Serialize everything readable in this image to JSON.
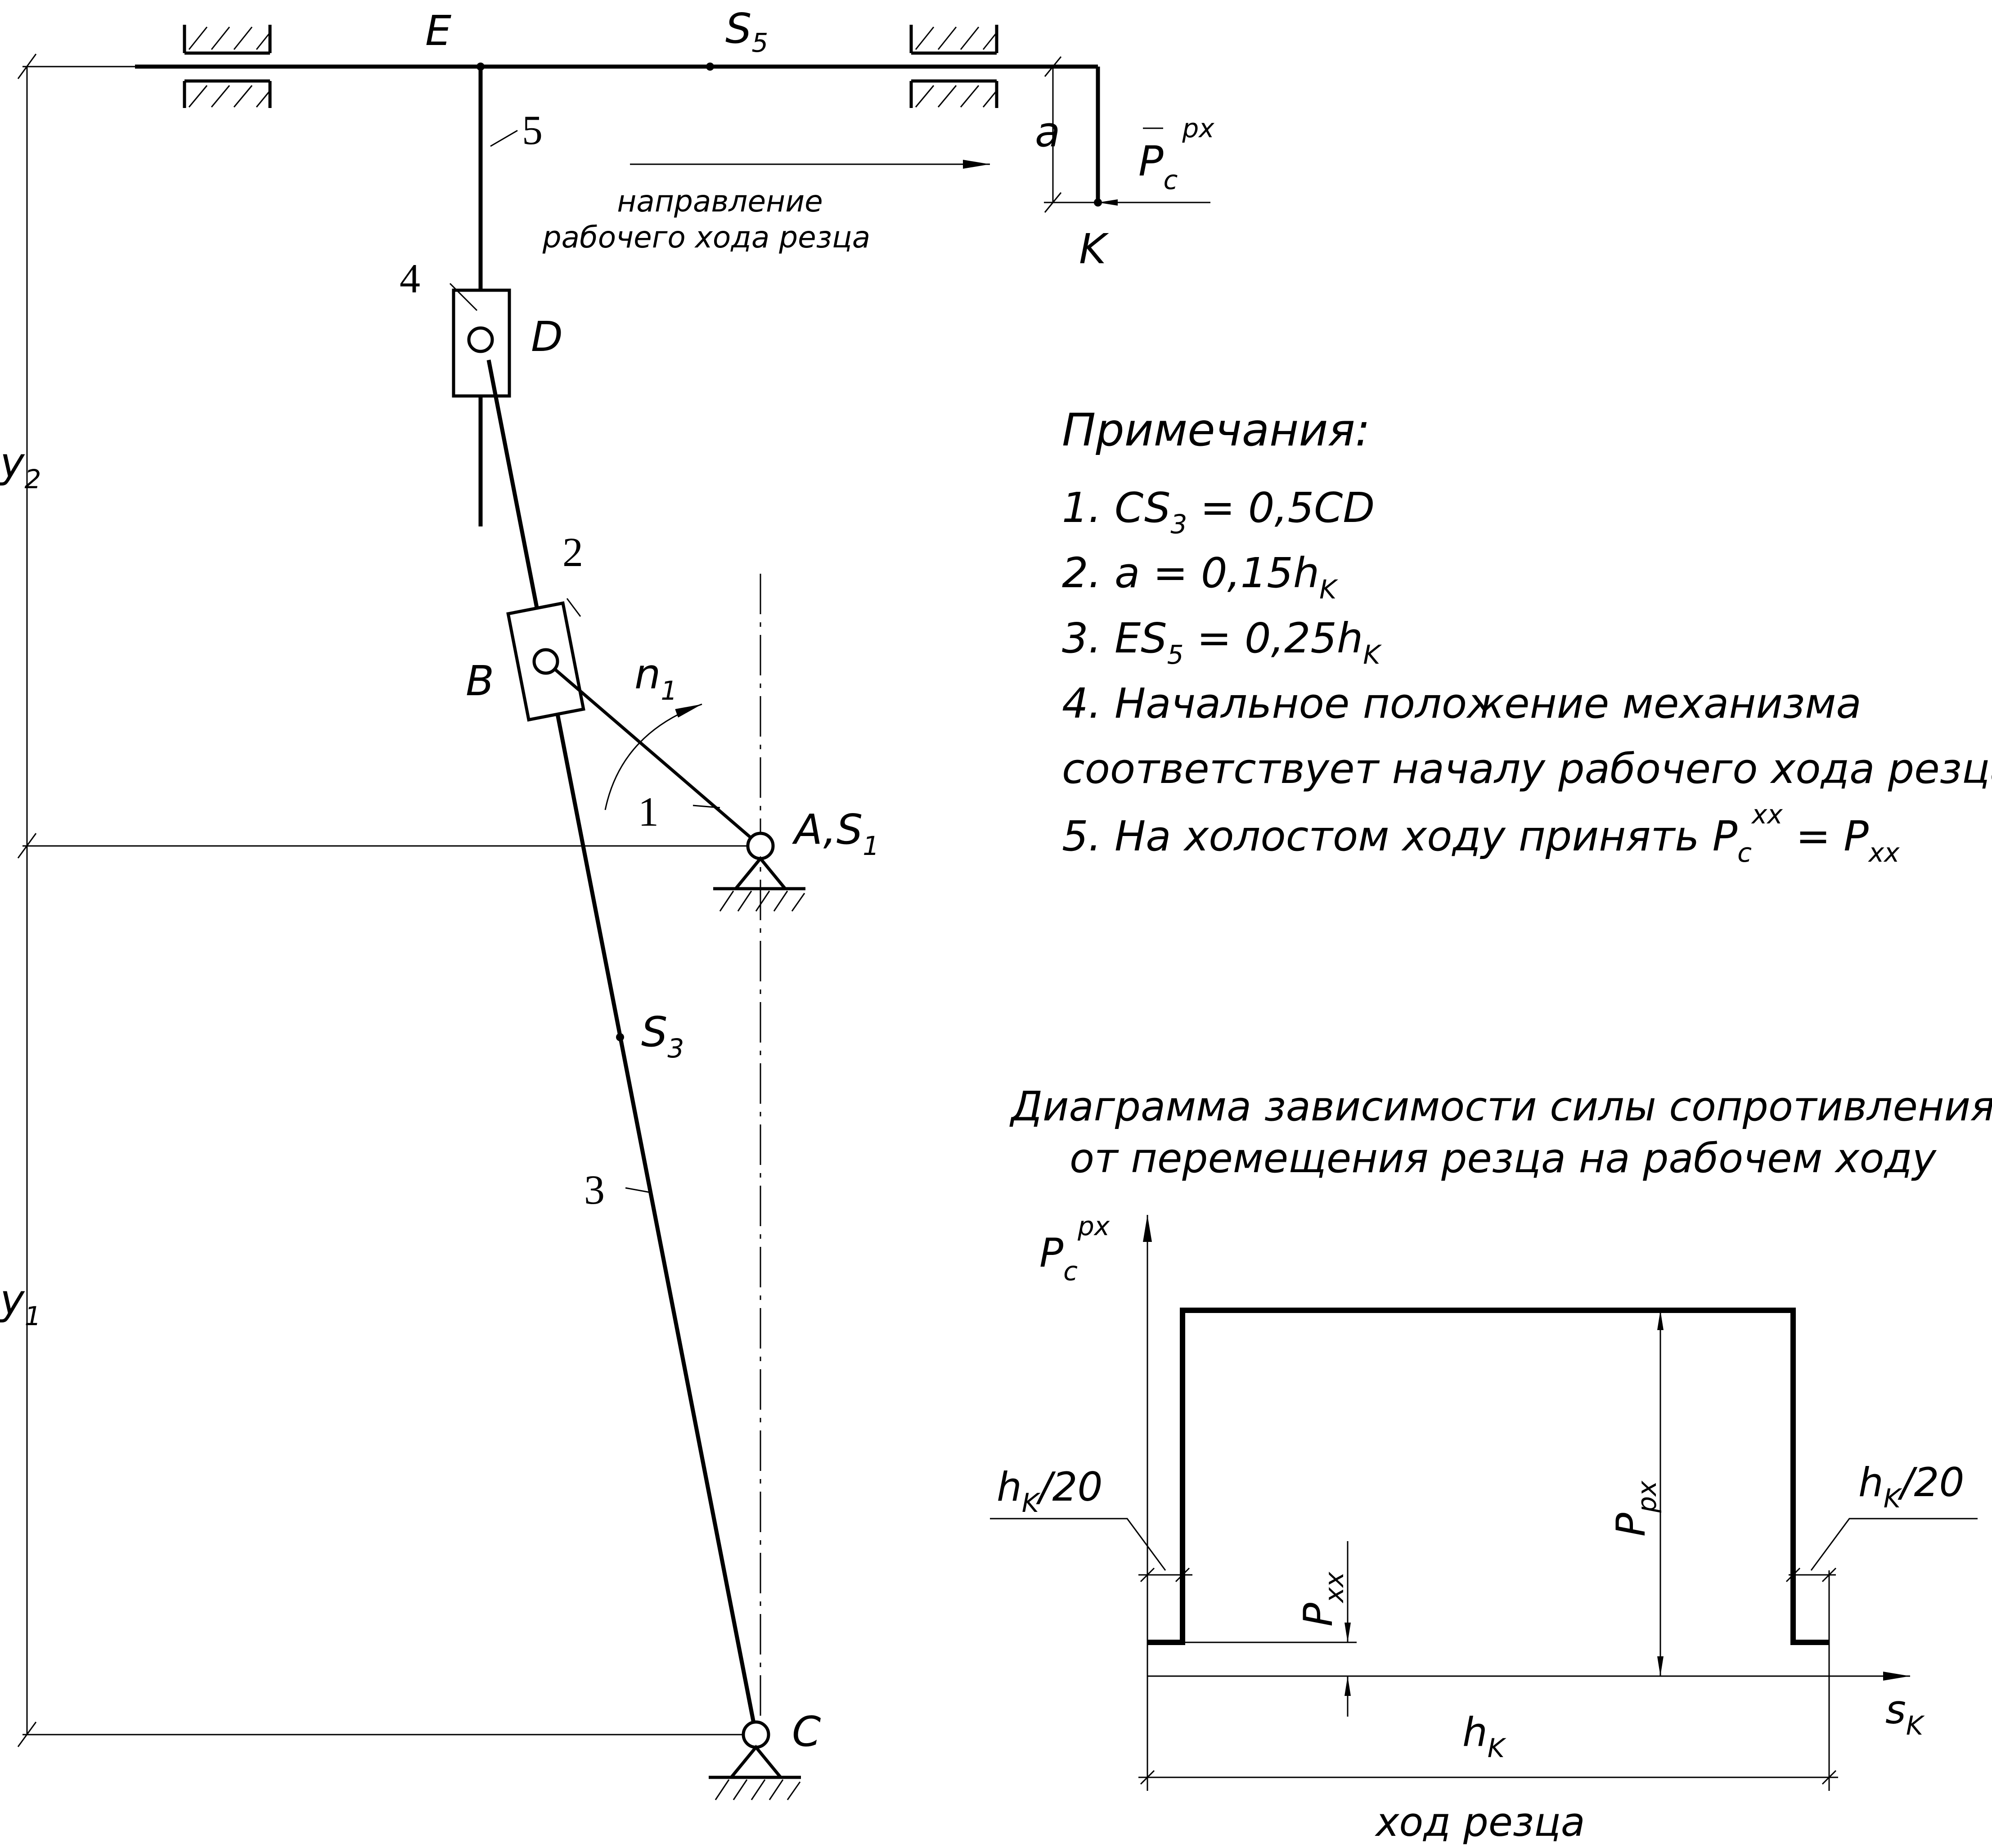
{
  "points": {
    "E": "E",
    "S5": "S",
    "S5_sub": "5",
    "K": "K",
    "D": "D",
    "B": "B",
    "A": "A,S",
    "A_sub": "1",
    "S3": "S",
    "S3_sub": "3",
    "C": "C"
  },
  "links": {
    "l1": "1",
    "l2": "2",
    "l3": "3",
    "l4": "4",
    "l5": "5"
  },
  "speed": {
    "n": "n",
    "n_sub": "1"
  },
  "dims": {
    "a": "a",
    "y1": "y",
    "y1_sub": "1",
    "y2": "y",
    "y2_sub": "2"
  },
  "force": {
    "P": "P",
    "sub": "c",
    "sup": "px"
  },
  "direction": {
    "line1": "направление",
    "line2": "рабочего хода резца"
  },
  "notes": {
    "title": "Примечания:",
    "n1_pre": "1. CS",
    "n1_sub": "3",
    "n1_post": " = 0,5CD",
    "n2_pre": "2. a = 0,15h",
    "n2_sub": "K",
    "n3_pre": "3. ES",
    "n3_sub": "5",
    "n3_post": " = 0,25h",
    "n3_sub2": "K",
    "n4": "4. Начальное положение механизма",
    "n4b": "соответствует началу рабочего хода резца",
    "n5_pre": "5. На холостом ходу принять P",
    "n5_sub": "c",
    "n5_sup": "xx",
    "n5_eq": " = P",
    "n5_sub2": "xx"
  },
  "diagram": {
    "title1": "Диаграмма зависимости силы сопротивления",
    "title2": "от перемещения резца на рабочем ходу",
    "yaxis": "P",
    "yaxis_sub": "c",
    "yaxis_sup": "px",
    "xaxis": "s",
    "xaxis_sub": "K",
    "hk_left": "h",
    "hk_left_sub": "K",
    "hk_left_post": "/20",
    "hk_right": "h",
    "hk_right_sub": "K",
    "hk_right_post": "/20",
    "p_px": "P",
    "p_px_sub": "px",
    "p_xx": "P",
    "p_xx_sub": "xx",
    "hk": "h",
    "hk_sub": "K",
    "stroke_label": "ход резца"
  }
}
